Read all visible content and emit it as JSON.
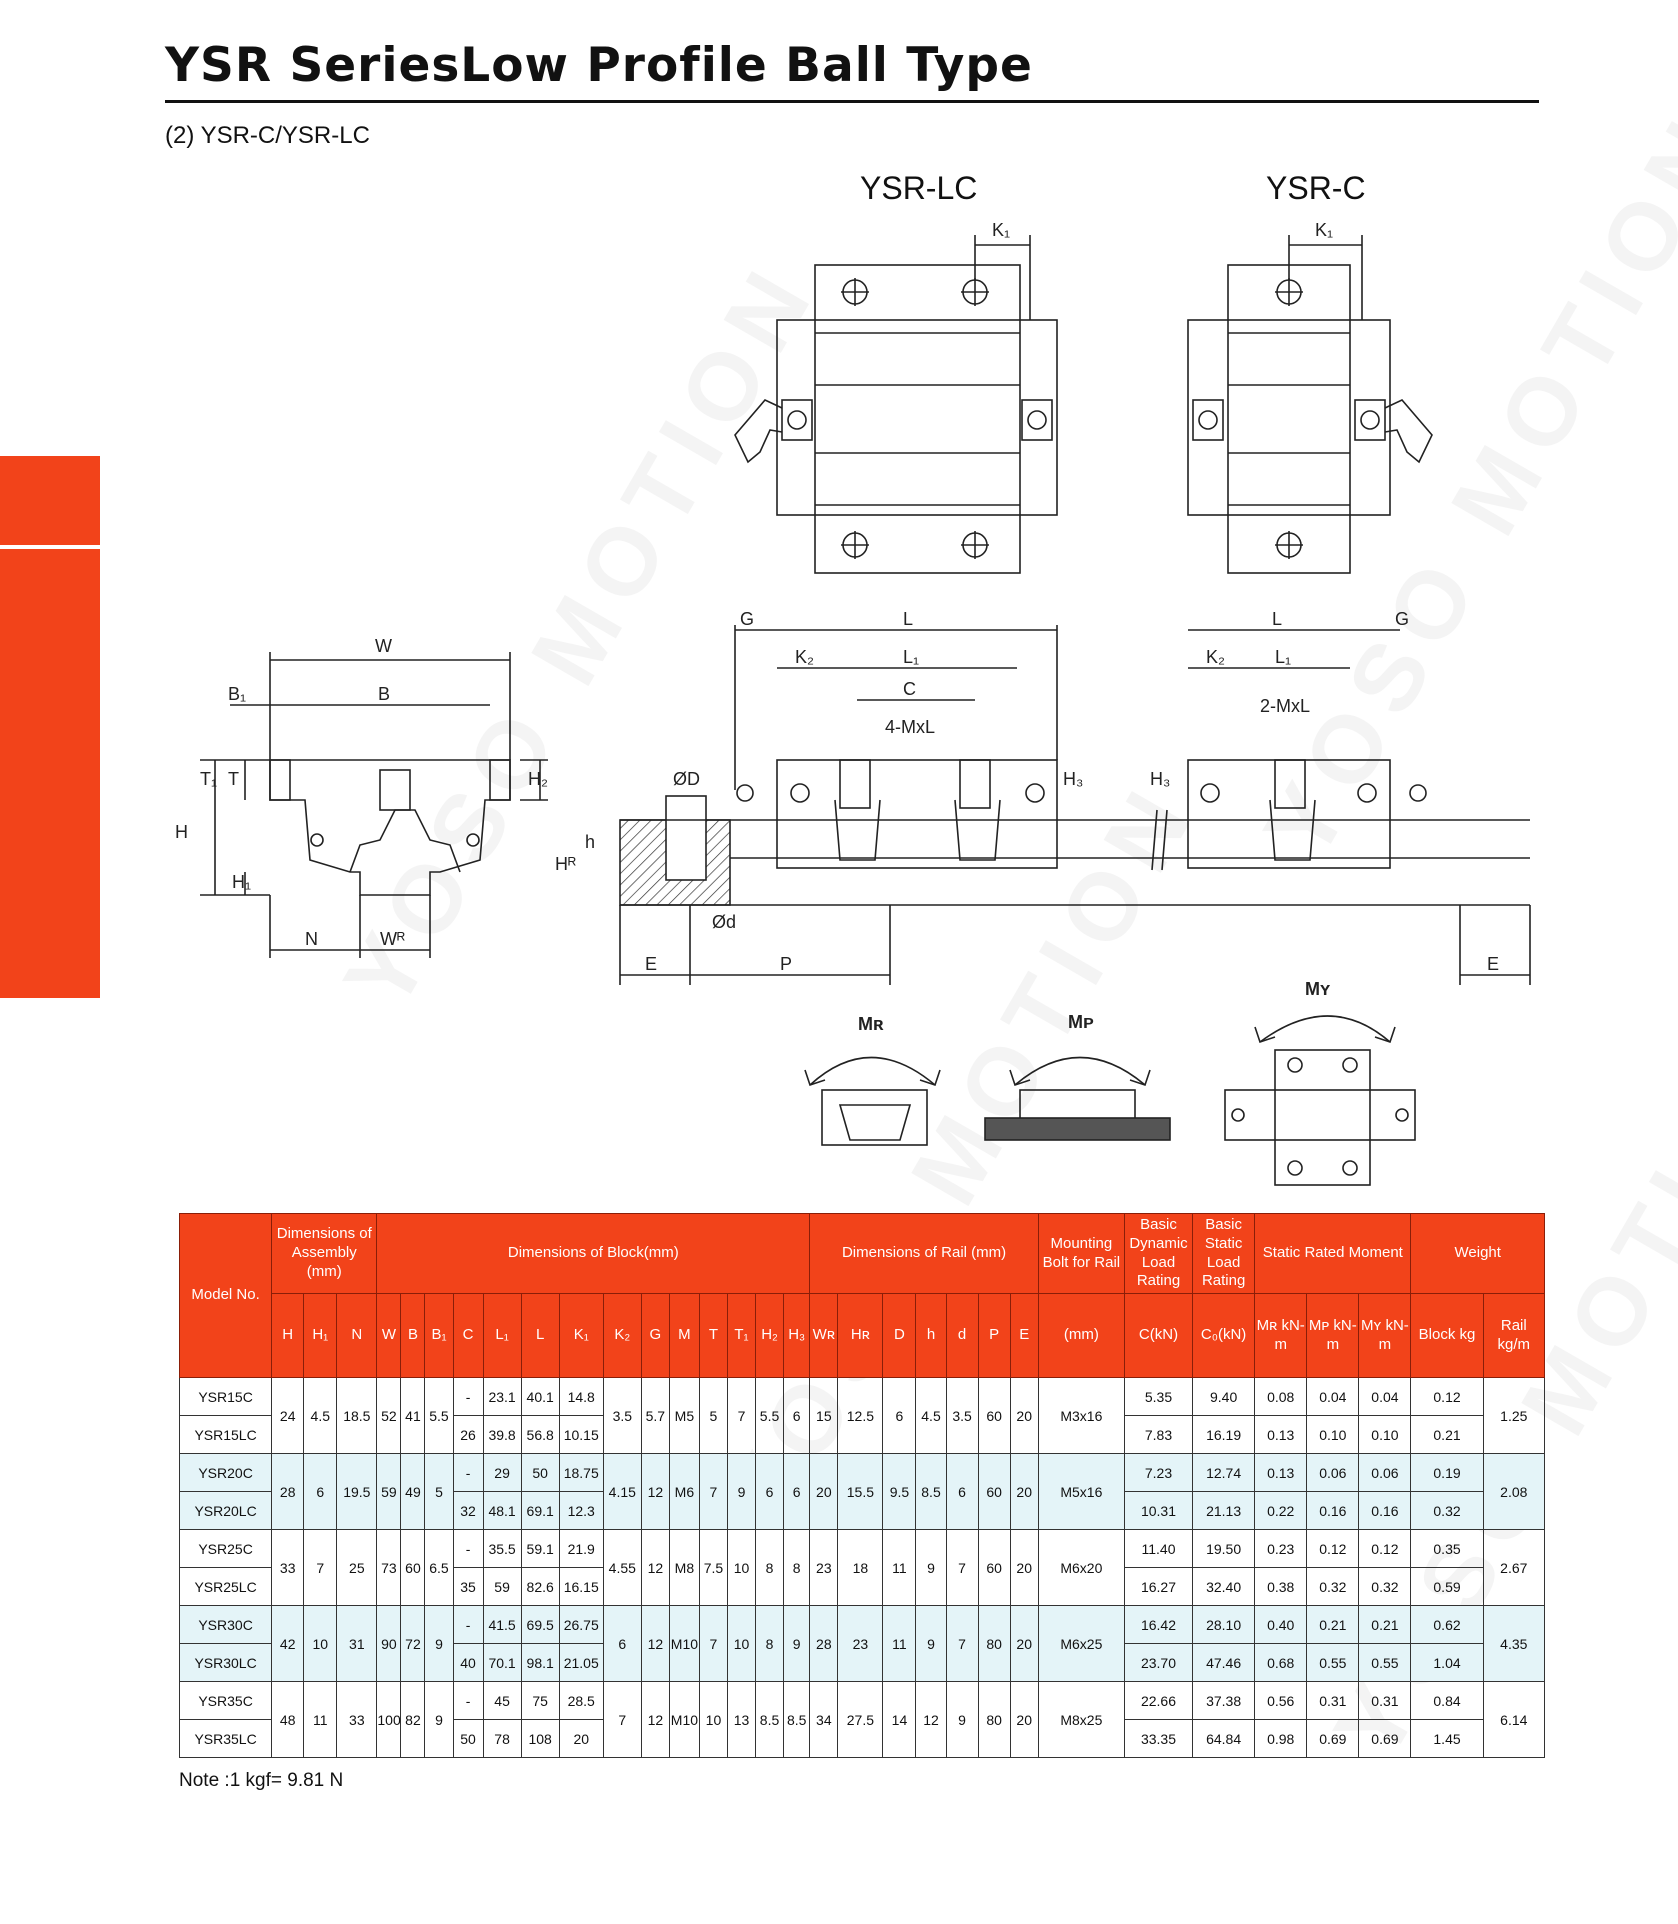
{
  "page": {
    "title": "YSR SeriesLow Profile Ball Type",
    "subtitle": "(2) YSR-C/YSR-LC",
    "watermark": "YOSO MOTION",
    "accent_color": "#f2431a",
    "band_color": "#e4f4f8"
  },
  "drawing": {
    "top_labels": {
      "lc": "YSR-LC",
      "c": "YSR-C"
    },
    "dims": {
      "k1": "K₁",
      "w": "W",
      "b1": "B₁",
      "b": "B",
      "t1": "T₁",
      "t": "T",
      "h2": "H₂",
      "h": "H",
      "h1": "H₁",
      "n": "N",
      "wr": "Wᴿ",
      "od": "ØD",
      "hr": "Hᴿ",
      "h_small": "h",
      "sd": "Ød",
      "e": "E",
      "p": "P",
      "g": "G",
      "l": "L",
      "k2": "K₂",
      "l1": "L₁",
      "c": "C",
      "mxl4": "4-MxL",
      "mxl2": "2-MxL",
      "h3": "H₃",
      "mr": "Mʀ",
      "mp": "Mᴘ",
      "my": "Mʏ"
    }
  },
  "table": {
    "header": {
      "model": "Model No.",
      "assembly": "Dimensions of Assembly (mm)",
      "block": "Dimensions of Block(mm)",
      "rail": "Dimensions of Rail (mm)",
      "bolt": "Mounting Bolt for Rail",
      "dyn": "Basic Dynamic Load Rating",
      "stat": "Basic Static Load Rating",
      "moment": "Static Rated Moment",
      "weight": "Weight"
    },
    "sub": {
      "H": "H",
      "H1": "H₁",
      "N": "N",
      "W": "W",
      "B": "B",
      "B1": "B₁",
      "C": "C",
      "L1": "L₁",
      "L": "L",
      "K1": "K₁",
      "K2": "K₂",
      "G": "G",
      "M": "M",
      "T": "T",
      "T1": "T₁",
      "H2": "H₂",
      "H3": "H₃",
      "WR": "Wʀ",
      "HR": "Hʀ",
      "D": "D",
      "h": "h",
      "d": "d",
      "P": "P",
      "E": "E",
      "bolt_unit": "(mm)",
      "ckn": "C(kN)",
      "c0kn": "C₀(kN)",
      "mr": "Mʀ kN-m",
      "mp": "Mᴘ kN-m",
      "my": "Mʏ kN-m",
      "block_kg": "Block kg",
      "rail_kg": "Rail kg/m"
    },
    "groups": [
      {
        "H": "24",
        "H1": "4.5",
        "N": "18.5",
        "W": "52",
        "B": "41",
        "B1": "5.5",
        "K2": "3.5",
        "G": "5.7",
        "M": "M5",
        "T": "5",
        "T1": "7",
        "H2": "5.5",
        "H3": "6",
        "WR": "15",
        "HR": "12.5",
        "D": "6",
        "h": "4.5",
        "d": "3.5",
        "P": "60",
        "E": "20",
        "bolt": "M3x16",
        "rail_kg": "1.25",
        "rows": [
          {
            "model": "YSR15C",
            "C": "-",
            "L1": "23.1",
            "L": "40.1",
            "K1": "14.8",
            "ckn": "5.35",
            "c0kn": "9.40",
            "mr": "0.08",
            "mp": "0.04",
            "my": "0.04",
            "block": "0.12"
          },
          {
            "model": "YSR15LC",
            "C": "26",
            "L1": "39.8",
            "L": "56.8",
            "K1": "10.15",
            "ckn": "7.83",
            "c0kn": "16.19",
            "mr": "0.13",
            "mp": "0.10",
            "my": "0.10",
            "block": "0.21"
          }
        ]
      },
      {
        "H": "28",
        "H1": "6",
        "N": "19.5",
        "W": "59",
        "B": "49",
        "B1": "5",
        "K2": "4.15",
        "G": "12",
        "M": "M6",
        "T": "7",
        "T1": "9",
        "H2": "6",
        "H3": "6",
        "WR": "20",
        "HR": "15.5",
        "D": "9.5",
        "h": "8.5",
        "d": "6",
        "P": "60",
        "E": "20",
        "bolt": "M5x16",
        "rail_kg": "2.08",
        "rows": [
          {
            "model": "YSR20C",
            "C": "-",
            "L1": "29",
            "L": "50",
            "K1": "18.75",
            "ckn": "7.23",
            "c0kn": "12.74",
            "mr": "0.13",
            "mp": "0.06",
            "my": "0.06",
            "block": "0.19"
          },
          {
            "model": "YSR20LC",
            "C": "32",
            "L1": "48.1",
            "L": "69.1",
            "K1": "12.3",
            "ckn": "10.31",
            "c0kn": "21.13",
            "mr": "0.22",
            "mp": "0.16",
            "my": "0.16",
            "block": "0.32"
          }
        ]
      },
      {
        "H": "33",
        "H1": "7",
        "N": "25",
        "W": "73",
        "B": "60",
        "B1": "6.5",
        "K2": "4.55",
        "G": "12",
        "M": "M8",
        "T": "7.5",
        "T1": "10",
        "H2": "8",
        "H3": "8",
        "WR": "23",
        "HR": "18",
        "D": "11",
        "h": "9",
        "d": "7",
        "P": "60",
        "E": "20",
        "bolt": "M6x20",
        "rail_kg": "2.67",
        "rows": [
          {
            "model": "YSR25C",
            "C": "-",
            "L1": "35.5",
            "L": "59.1",
            "K1": "21.9",
            "ckn": "11.40",
            "c0kn": "19.50",
            "mr": "0.23",
            "mp": "0.12",
            "my": "0.12",
            "block": "0.35"
          },
          {
            "model": "YSR25LC",
            "C": "35",
            "L1": "59",
            "L": "82.6",
            "K1": "16.15",
            "ckn": "16.27",
            "c0kn": "32.40",
            "mr": "0.38",
            "mp": "0.32",
            "my": "0.32",
            "block": "0.59"
          }
        ]
      },
      {
        "H": "42",
        "H1": "10",
        "N": "31",
        "W": "90",
        "B": "72",
        "B1": "9",
        "K2": "6",
        "G": "12",
        "M": "M10",
        "T": "7",
        "T1": "10",
        "H2": "8",
        "H3": "9",
        "WR": "28",
        "HR": "23",
        "D": "11",
        "h": "9",
        "d": "7",
        "P": "80",
        "E": "20",
        "bolt": "M6x25",
        "rail_kg": "4.35",
        "rows": [
          {
            "model": "YSR30C",
            "C": "-",
            "L1": "41.5",
            "L": "69.5",
            "K1": "26.75",
            "ckn": "16.42",
            "c0kn": "28.10",
            "mr": "0.40",
            "mp": "0.21",
            "my": "0.21",
            "block": "0.62"
          },
          {
            "model": "YSR30LC",
            "C": "40",
            "L1": "70.1",
            "L": "98.1",
            "K1": "21.05",
            "ckn": "23.70",
            "c0kn": "47.46",
            "mr": "0.68",
            "mp": "0.55",
            "my": "0.55",
            "block": "1.04"
          }
        ]
      },
      {
        "H": "48",
        "H1": "11",
        "N": "33",
        "W": "100",
        "B": "82",
        "B1": "9",
        "K2": "7",
        "G": "12",
        "M": "M10",
        "T": "10",
        "T1": "13",
        "H2": "8.5",
        "H3": "8.5",
        "WR": "34",
        "HR": "27.5",
        "D": "14",
        "h": "12",
        "d": "9",
        "P": "80",
        "E": "20",
        "bolt": "M8x25",
        "rail_kg": "6.14",
        "rows": [
          {
            "model": "YSR35C",
            "C": "-",
            "L1": "45",
            "L": "75",
            "K1": "28.5",
            "ckn": "22.66",
            "c0kn": "37.38",
            "mr": "0.56",
            "mp": "0.31",
            "my": "0.31",
            "block": "0.84"
          },
          {
            "model": "YSR35LC",
            "C": "50",
            "L1": "78",
            "L": "108",
            "K1": "20",
            "ckn": "33.35",
            "c0kn": "64.84",
            "mr": "0.98",
            "mp": "0.69",
            "my": "0.69",
            "block": "1.45"
          }
        ]
      }
    ],
    "note": "Note :1 kgf= 9.81 N"
  }
}
